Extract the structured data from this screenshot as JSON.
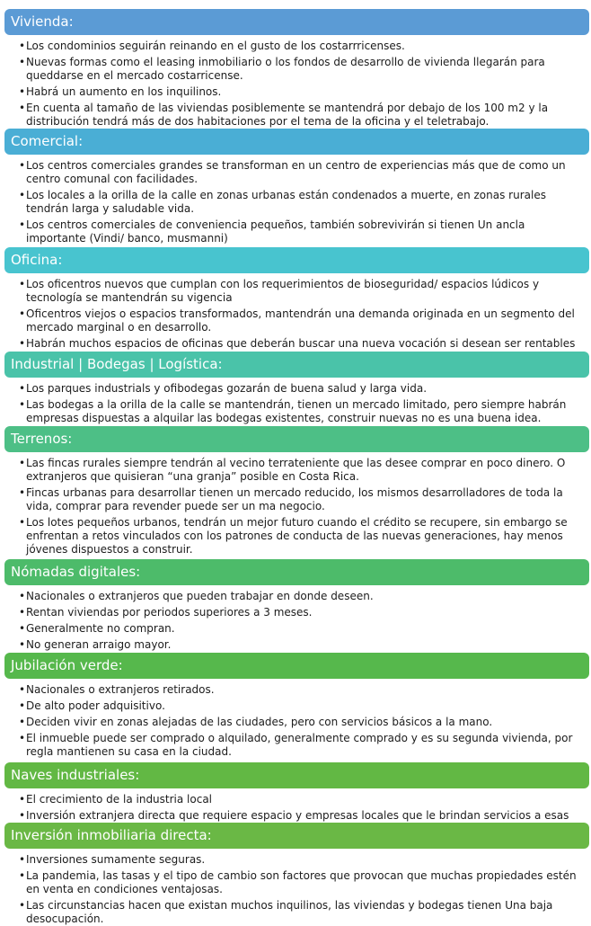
{
  "sections": [
    {
      "title": "Vivienda:",
      "color": "#5b9bd5",
      "items": [
        "Los condominios seguirán reinando en el gusto de los costarrricenses.",
        "Nuevas formas como el leasing inmobiliario o los fondos de desarrollo de vivienda llegarán para queddarse en el mercado costarricense.",
        "Habrá un aumento en los inquilinos.",
        "En cuenta al tamaño de las viviendas posiblemente se mantendrá por debajo de los 100 m2 y la distribución tendrá más de dos habitaciones por el tema de la oficina y el teletrabajo."
      ]
    },
    {
      "title": "Comercial:",
      "color": "#4aaed5",
      "items": [
        "Los centros comerciales grandes se transforman en un centro de experiencias más que de como un centro comunal con facilidades.",
        "Los locales a la orilla de la calle en zonas urbanas están condenados a muerte, en zonas rurales tendrán larga y saludable vida.",
        "Los centros comerciales de conveniencia pequeños, también sobrevivirán si tienen Un ancla importante (Vindi/ banco, musmanni)"
      ]
    },
    {
      "title": "Oficina:",
      "color": "#48c4cf",
      "items": [
        "Los oficentros nuevos que cumplan con los requerimientos de bioseguridad/ espacios lúdicos y tecnología se mantendrán su vigencia",
        "Oficentros viejos o espacios transformados, mantendrán una demanda originada en un segmento del mercado marginal o en desarrollo.",
        "Habrán muchos espacios de oficinas que deberán buscar una nueva vocación si desean ser rentables de nuevo."
      ]
    },
    {
      "title": "Industrial | Bodegas | Logística:",
      "color": "#4ac3a9",
      "items": [
        "Los parques industrials y ofibodegas gozarán de buena salud y larga vida.",
        "Las bodegas a la orilla de la calle se mantendrán, tienen un mercado limitado, pero siempre habrán empresas dispuestas a alquilar las bodegas existentes, construir nuevas no es una buena idea."
      ]
    },
    {
      "title": "Terrenos:",
      "color": "#4dbf86",
      "items": [
        "Las fincas rurales siempre tendrán al vecino terrateniente que las desee comprar en poco dinero. O extranjeros que quisieran “una granja” posible en Costa Rica.",
        "Fincas urbanas para desarrollar tienen un mercado reducido, los mismos desarrolladores de toda la vida, comprar para revender puede ser un ma negocio.",
        "Los lotes pequeños urbanos, tendrán un mejor futuro cuando el crédito se recupere, sin embargo se enfrentan a retos vinculados con los patrones de conducta de las nuevas generaciones, hay menos jóvenes dispuestos a construir."
      ]
    },
    {
      "title": "Nómadas digitales:",
      "color": "#4dbb6a",
      "items": [
        "Nacionales o extranjeros que pueden trabajar en donde deseen.",
        "Rentan viviendas por periodos superiores a 3 meses.",
        "Generalmente no compran.",
        "No generan arraigo mayor."
      ]
    },
    {
      "title": "Jubilación verde:",
      "color": "#56b84c",
      "items": [
        "Nacionales o extranjeros retirados.",
        "De alto poder adquisitivo.",
        "Deciden vivir en zonas alejadas de las ciudades, pero con servicios básicos a la mano.",
        "El inmueble puede ser comprado o alquilado, generalmente comprado y es su segunda vivienda, por regla mantienen su casa en la ciudad."
      ]
    },
    {
      "title": "Naves industriales:",
      "color": "#62b844",
      "items": [
        "El crecimiento de la industria local",
        "Inversión extranjera directa que requiere espacio y empresas locales que le brindan servicios a esas empresas."
      ]
    },
    {
      "title": "Inversión inmobiliaria directa:",
      "color": "#6ab845",
      "items": [
        "Inversiones sumamente seguras.",
        "La pandemia, las tasas y el tipo de cambio son factores que provocan que muchas propiedades estén en venta en condiciones ventajosas.",
        "Las circunstancias hacen que existan muchos inquilinos, las viviendas y bodegas tienen Una baja desocupación."
      ]
    }
  ]
}
